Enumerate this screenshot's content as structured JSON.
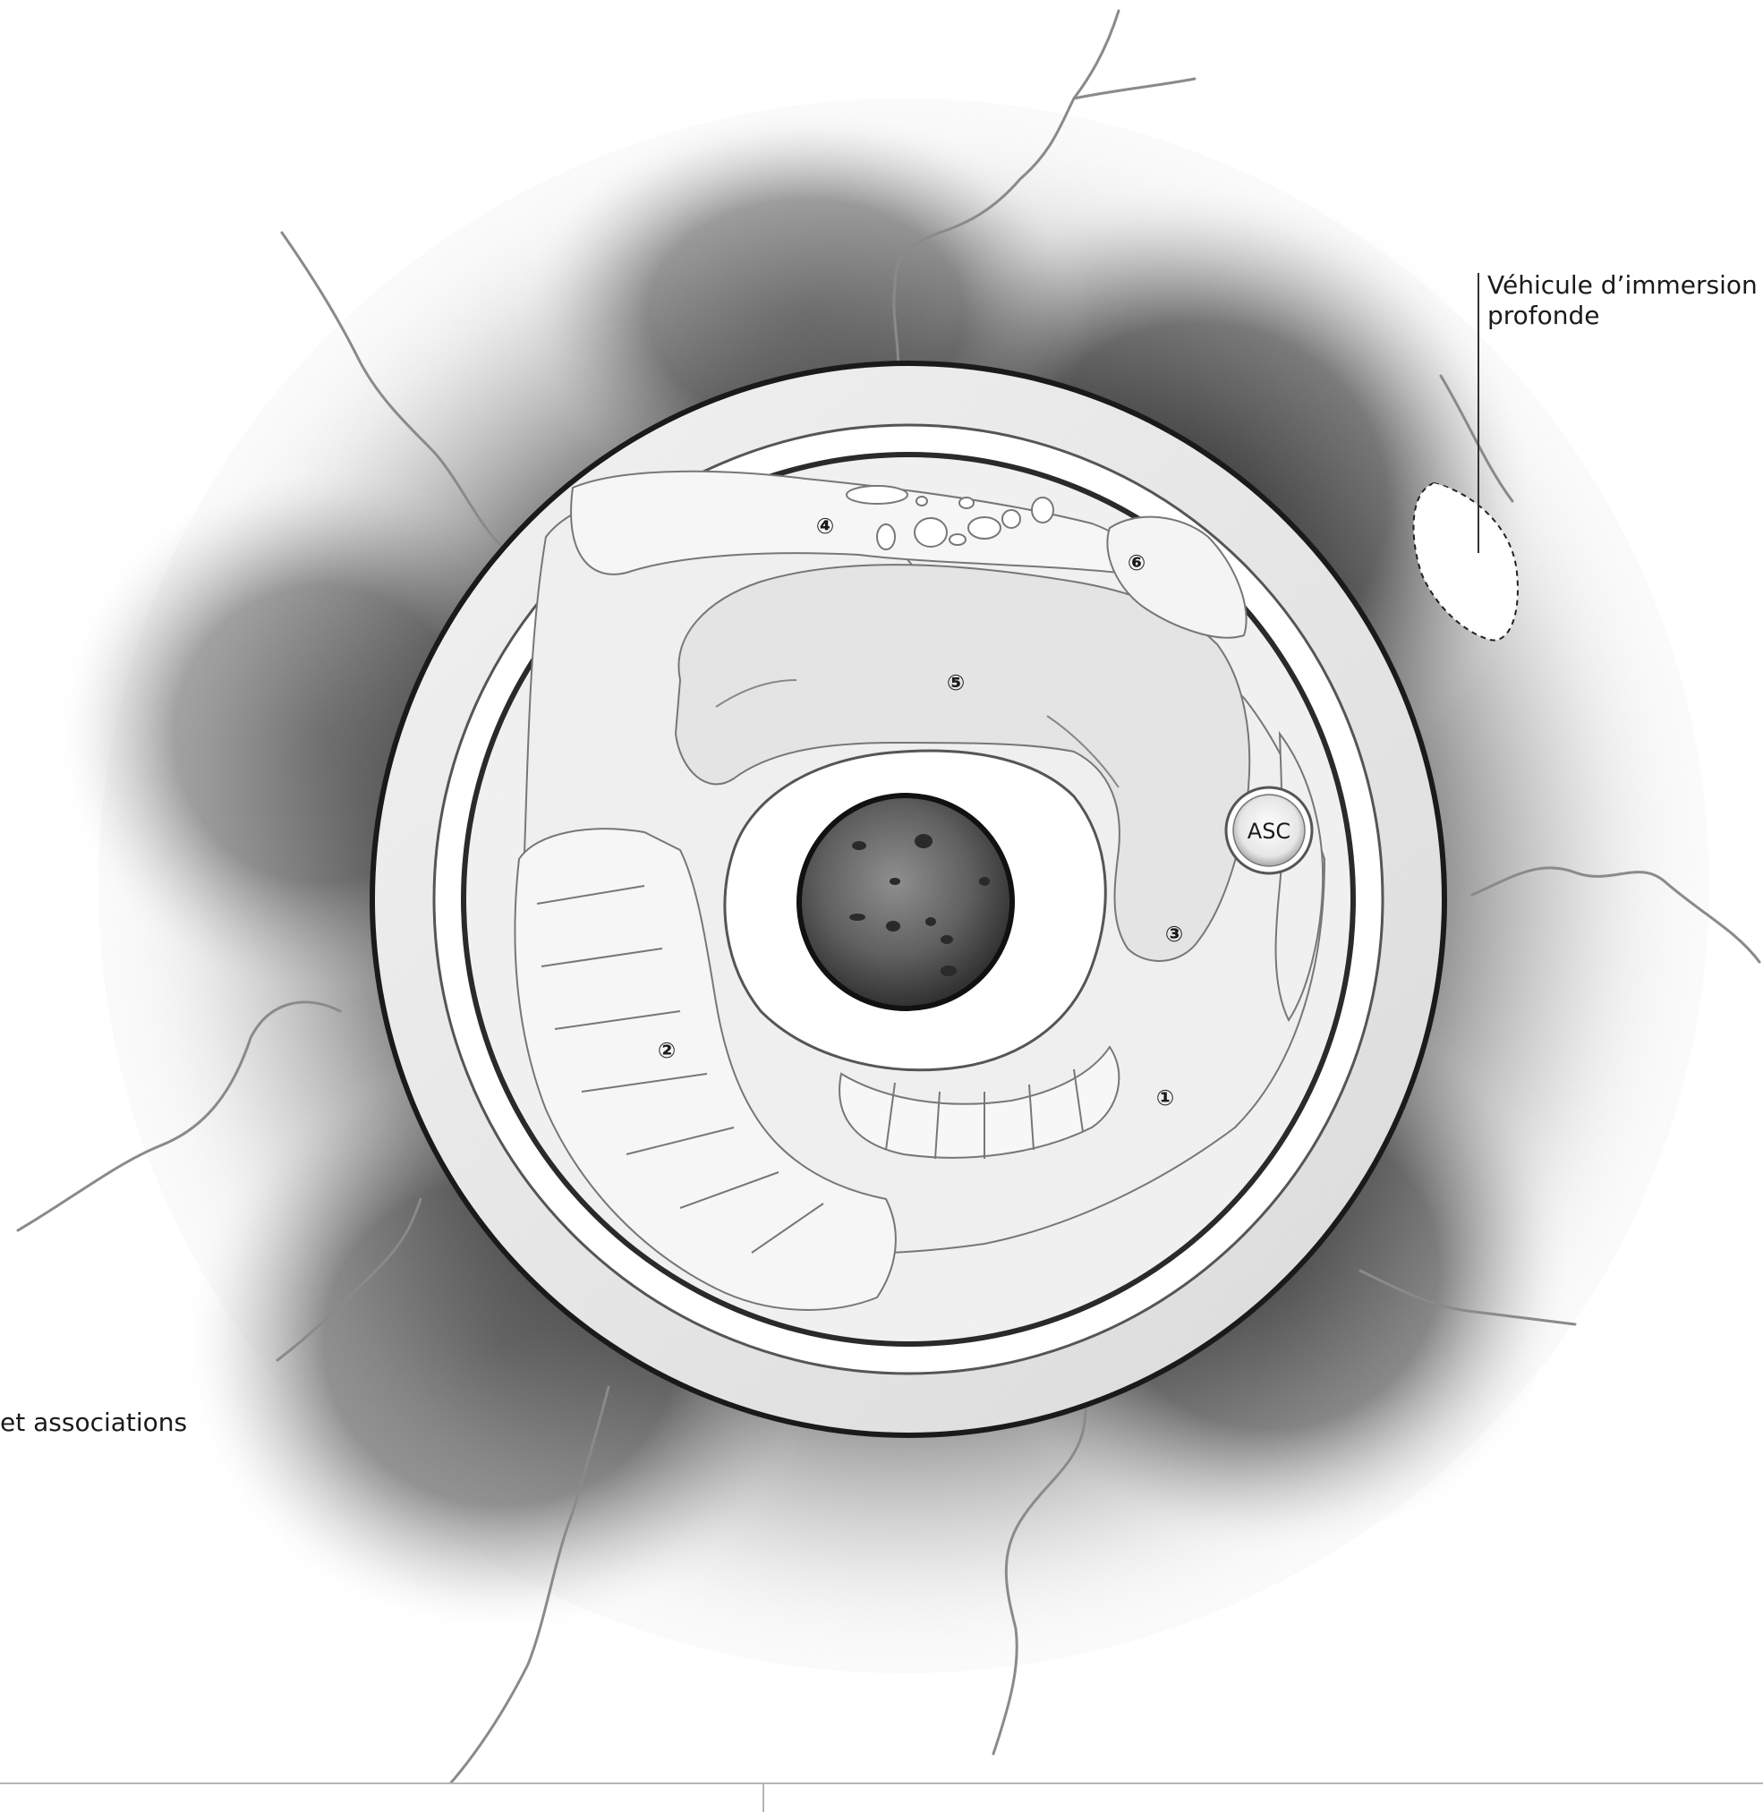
{
  "labels": {
    "vehicle_line1": "Véhicule d’immersion",
    "vehicle_line2": "profonde",
    "left_fragment": "et associations",
    "asc": "ASC"
  },
  "markers": [
    "①",
    "②",
    "③",
    "④",
    "⑤",
    "⑥"
  ],
  "colors": {
    "ink": "#1a1a1a",
    "ring_fill": "#e9e9e9",
    "inner_fill": "#f1f1f1",
    "halo": "#2b2b2b",
    "filament": "#8a8a8a"
  }
}
